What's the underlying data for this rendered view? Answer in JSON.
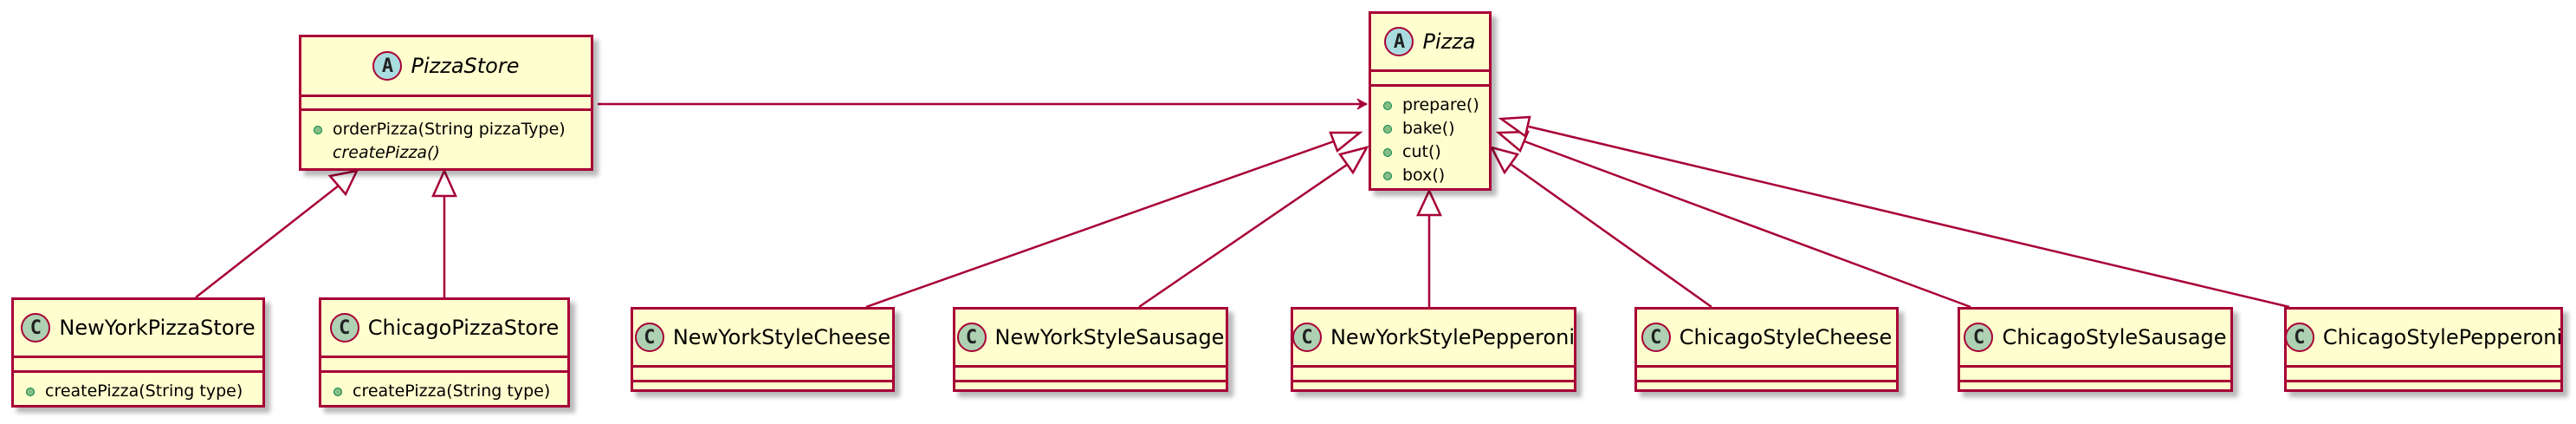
{
  "classes": {
    "pizzastore": {
      "stereotype": "A",
      "name": "PizzaStore",
      "methods": [
        "orderPizza(String pizzaType)",
        "createPizza()"
      ]
    },
    "pizza": {
      "stereotype": "A",
      "name": "Pizza",
      "methods": [
        "prepare()",
        "bake()",
        "cut()",
        "box()"
      ]
    },
    "newyorkpizzastore": {
      "stereotype": "C",
      "name": "NewYorkPizzaStore",
      "methods": [
        "createPizza(String type)"
      ]
    },
    "chicagopizzastore": {
      "stereotype": "C",
      "name": "ChicagoPizzaStore",
      "methods": [
        "createPizza(String type)"
      ]
    },
    "nycheese": {
      "stereotype": "C",
      "name": "NewYorkStyleCheese"
    },
    "nysausage": {
      "stereotype": "C",
      "name": "NewYorkStyleSausage"
    },
    "nypepperoni": {
      "stereotype": "C",
      "name": "NewYorkStylePepperoni"
    },
    "chicheese": {
      "stereotype": "C",
      "name": "ChicagoStyleCheese"
    },
    "chisausage": {
      "stereotype": "C",
      "name": "ChicagoStyleSausage"
    },
    "chipepperoni": {
      "stereotype": "C",
      "name": "ChicagoStylePepperoni"
    }
  },
  "colors": {
    "border": "#A80036",
    "fill": "#FEFECE",
    "class_stereotype": "#ADD1B2",
    "abstract_stereotype": "#A9DCDF",
    "public_marker": "#84BE84"
  }
}
